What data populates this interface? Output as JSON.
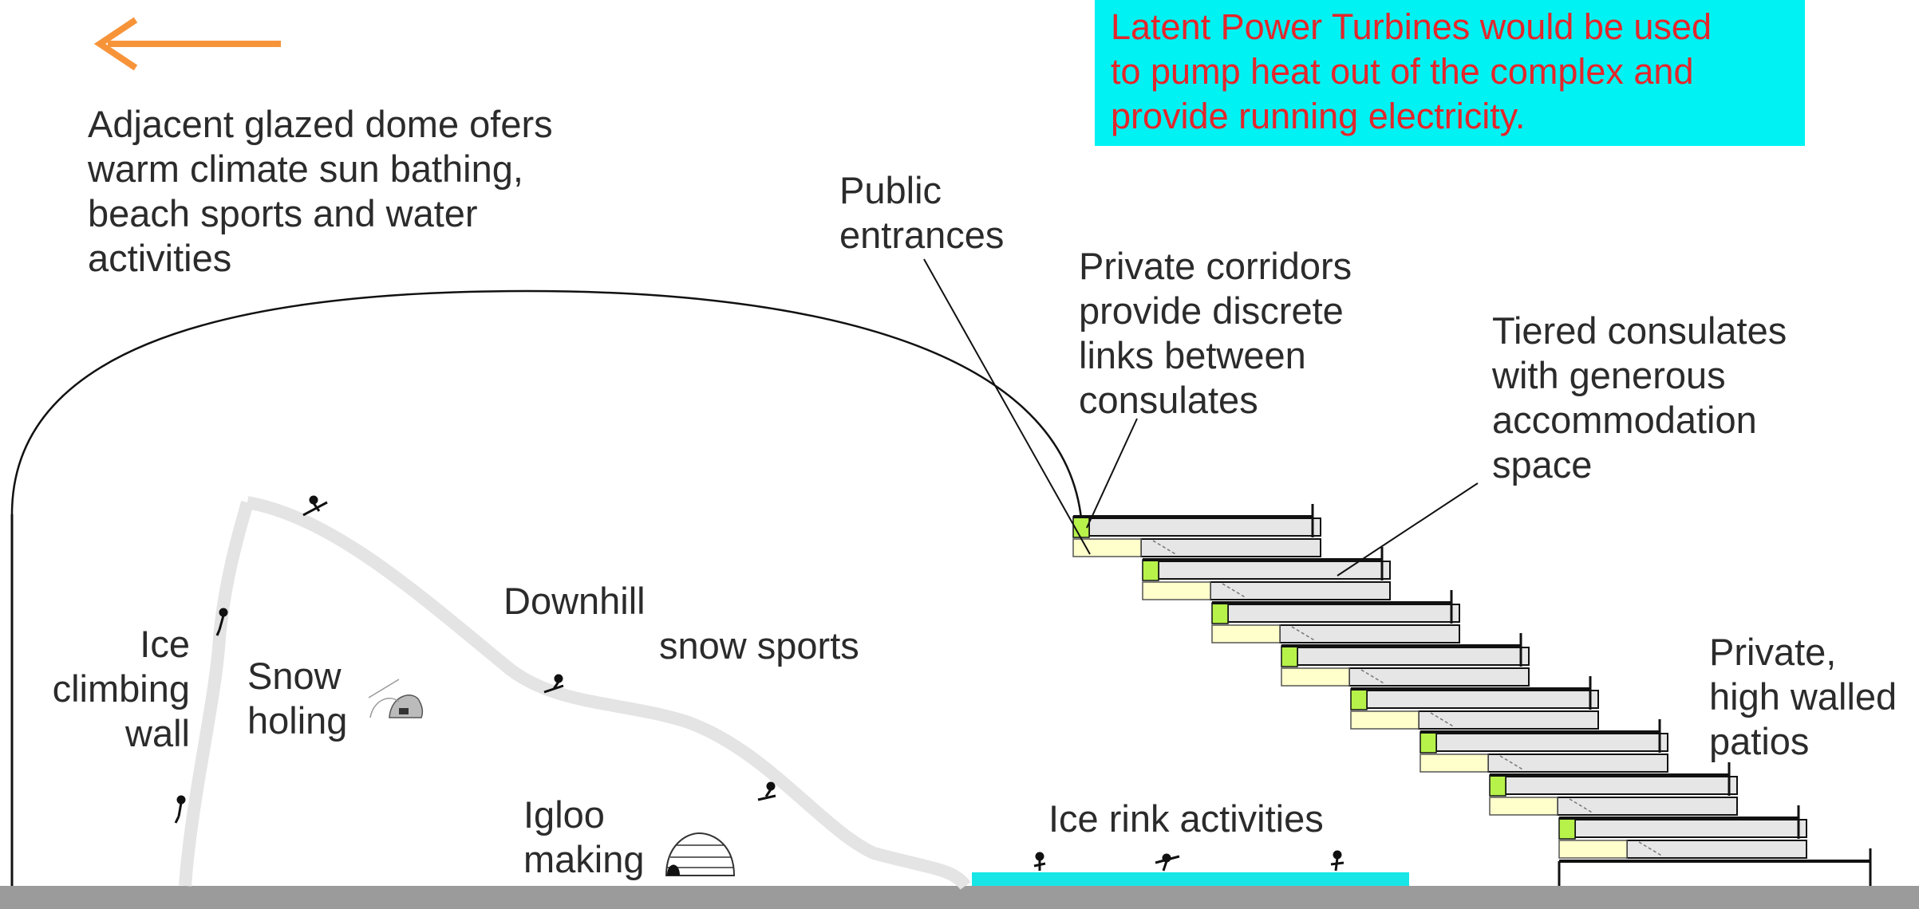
{
  "colors": {
    "arrow": "#f7943a",
    "note_background": "#00f2f2",
    "note_text": "#e3262b",
    "label_text": "#2b2b2b",
    "ground": "#9b9b9b",
    "slope": "#e4e4e4",
    "ice_rink": "#18e6e6",
    "corridor": "#b6f24a",
    "patio": "#ffffcc",
    "consulate": "#e6e6e6"
  },
  "icons": [
    "left-arrow-icon",
    "skier-icon",
    "climber-icon",
    "snow-hole-icon",
    "igloo-icon",
    "skater-icon"
  ],
  "note": {
    "lines": [
      "Latent Power Turbines would be used",
      "to pump heat out of the complex and",
      "provide running electricity."
    ]
  },
  "labels": {
    "dome": [
      "Adjacent glazed dome ofers",
      "warm climate sun bathing,",
      "beach sports and water",
      "activities"
    ],
    "public_entrances": [
      "Public",
      "entrances"
    ],
    "private_corridors": [
      "Private corridors",
      "provide discrete",
      "links between",
      "consulates"
    ],
    "tiered_consulates": [
      "Tiered consulates",
      "with generous",
      "accommodation",
      "space"
    ],
    "downhill": "Downhill",
    "snow_sports": "snow sports",
    "ice_climbing": [
      "Ice",
      "climbing",
      "wall"
    ],
    "snow_holing": [
      "Snow",
      "holing"
    ],
    "igloo": [
      "Igloo",
      "making"
    ],
    "ice_rink": "Ice rink activities",
    "patios": [
      "Private,",
      "high walled",
      "patios"
    ]
  }
}
